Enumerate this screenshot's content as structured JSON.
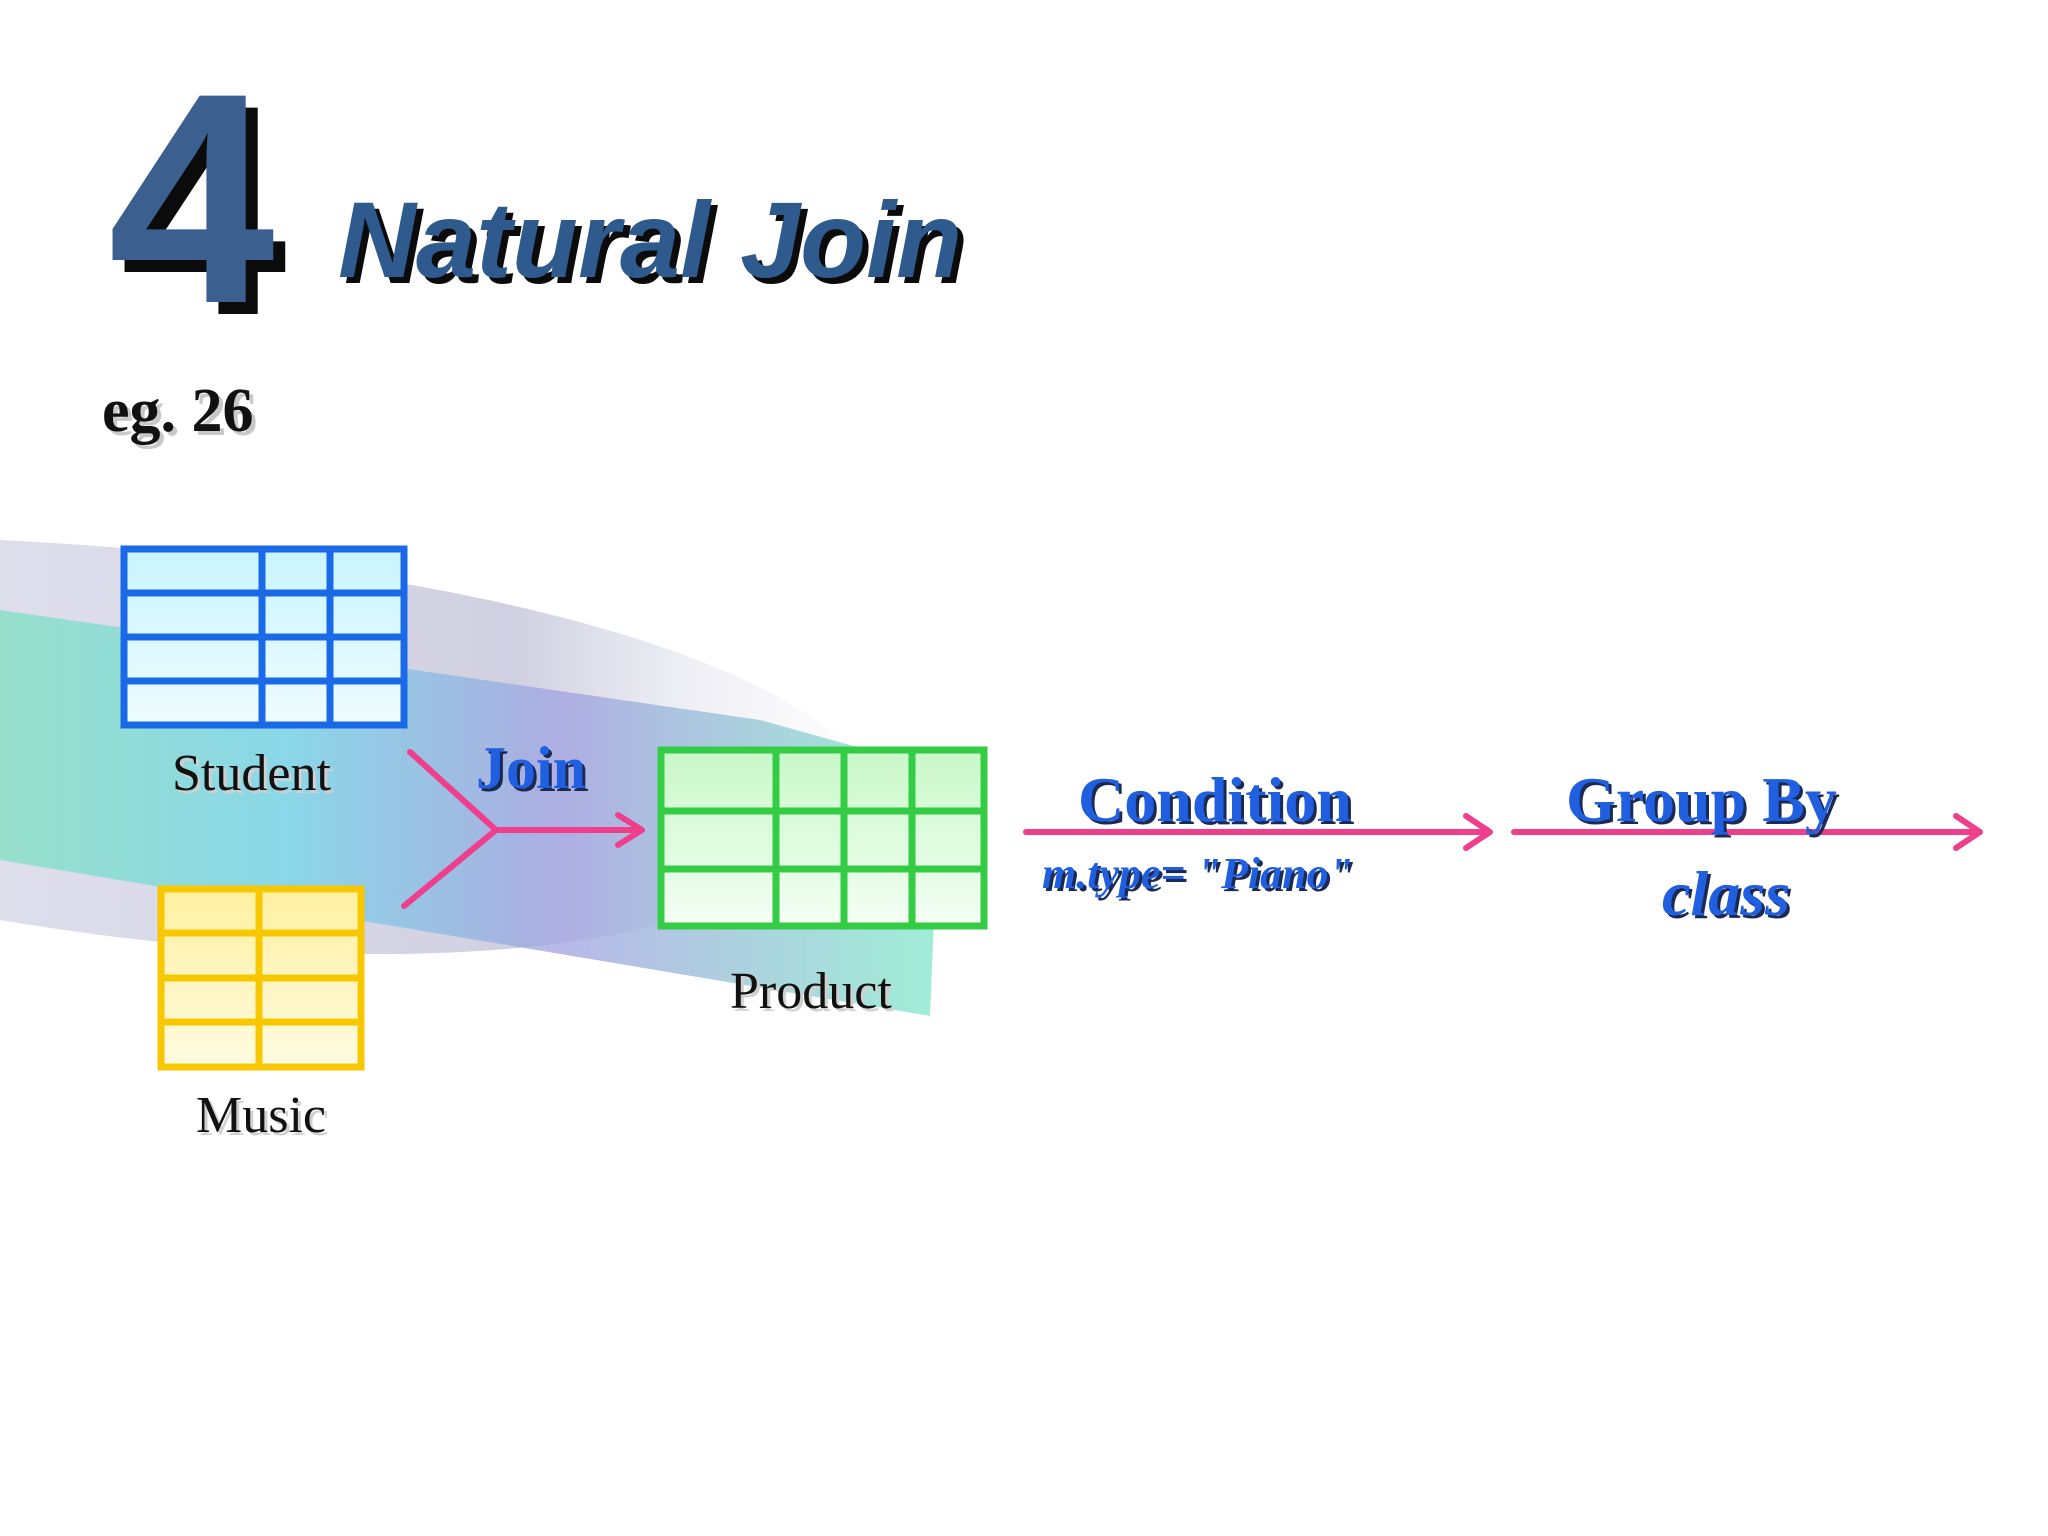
{
  "slide": {
    "number": "4",
    "title": "Natural Join",
    "example": "eg. 26"
  },
  "diagram": {
    "tables": {
      "student": "Student",
      "music": "Music",
      "product": "Product"
    },
    "steps": {
      "join": "Join",
      "condition": "Condition",
      "condition_expr": "m.type= \"Piano\"",
      "group_by": "Group By",
      "group_by_expr": "class"
    },
    "colors": {
      "student_table": "#1a6ae8",
      "music_table": "#f7c800",
      "product_table": "#33cc44",
      "arrow": "#ee3e8c",
      "step_text": "#1f5fe0"
    }
  }
}
